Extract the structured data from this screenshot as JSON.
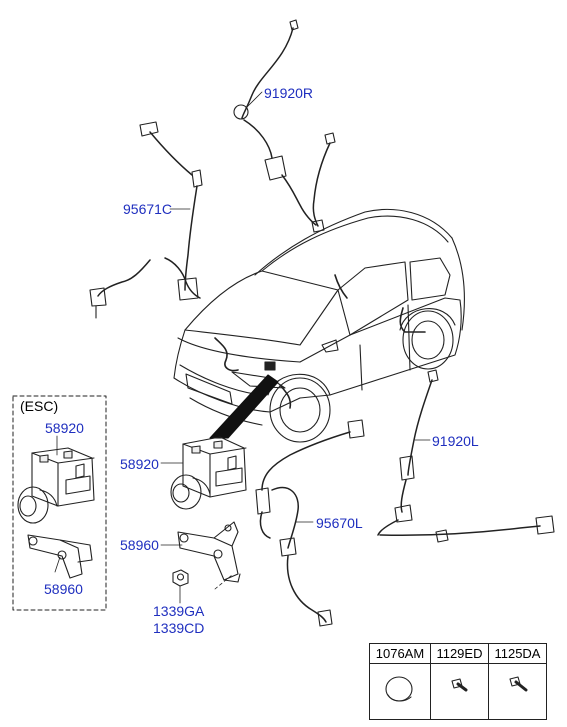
{
  "callouts": {
    "p91920R": "91920R",
    "p95671C": "95671C",
    "esc": "(ESC)",
    "p58920_esc": "58920",
    "p58960_esc": "58960",
    "p58920": "58920",
    "p58960": "58960",
    "p1339GA": "1339GA",
    "p1339CD": "1339CD",
    "p95670L": "95670L",
    "p91920L": "91920L"
  },
  "parts_table": {
    "headers": [
      "1076AM",
      "1129ED",
      "1125DA"
    ],
    "icons": [
      "plug-cap-icon",
      "bolt-icon",
      "bolt-icon"
    ]
  },
  "colors": {
    "callout_text": "#1f2fbf",
    "line_art": "#222222"
  }
}
